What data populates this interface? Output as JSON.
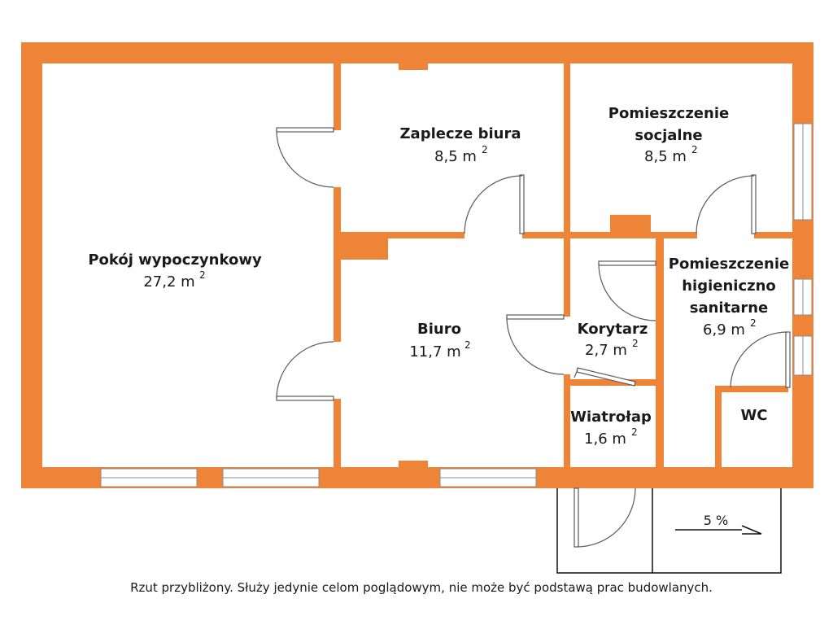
{
  "rooms": {
    "pokoj": {
      "name": "Pokój wypoczynkowy",
      "area": "27,2 m",
      "sup": "2"
    },
    "zaplecze": {
      "name": "Zaplecze biura",
      "area": "8,5 m",
      "sup": "2"
    },
    "socjalne": {
      "name_line1": "Pomieszczenie",
      "name_line2": "socjalne",
      "area": "8,5 m",
      "sup": "2"
    },
    "biuro": {
      "name": "Biuro",
      "area": "11,7 m",
      "sup": "2"
    },
    "korytarz": {
      "name": "Korytarz",
      "area": "2,7 m",
      "sup": "2"
    },
    "higieniczno": {
      "name_line1": "Pomieszczenie",
      "name_line2": "higieniczno",
      "name_line3": "sanitarne",
      "area": "6,9 m",
      "sup": "2"
    },
    "wiatrolap": {
      "name": "Wiatrołap",
      "area": "1,6 m",
      "sup": "2"
    },
    "wc": {
      "name": "WC"
    }
  },
  "ramp": {
    "slope": "5 %"
  },
  "footnote": "Rzut przybliżony. Służy jedynie celom poglądowym, nie może być podstawą prac budowlanych.",
  "colors": {
    "wall": "#ee8438",
    "background": "#ffffff",
    "text": "#1a1a1a"
  }
}
